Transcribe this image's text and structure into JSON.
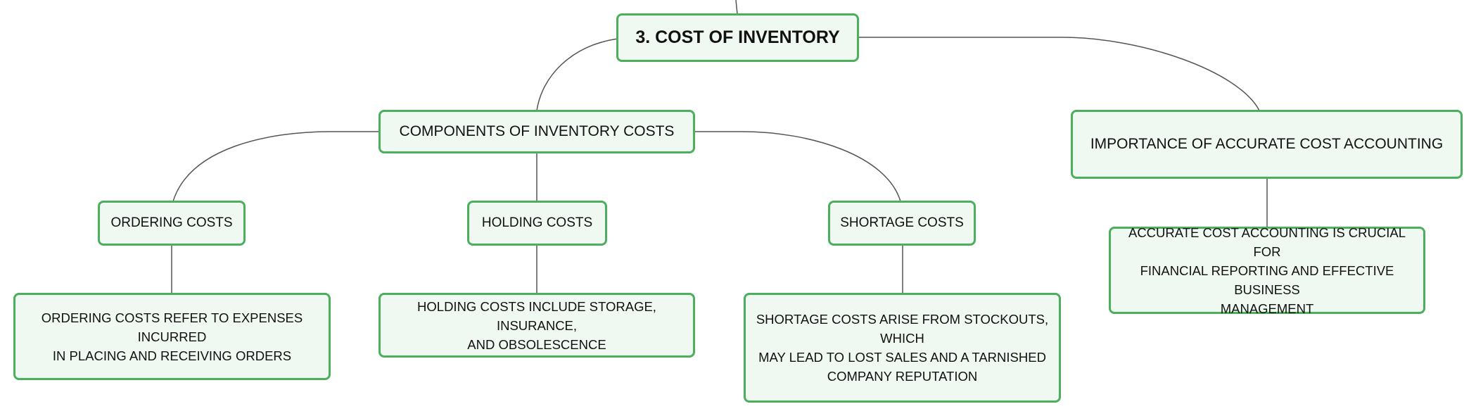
{
  "colors": {
    "node_fill": "#f0f8f2",
    "node_border": "#4caf5e",
    "connector": "#555555",
    "text": "#111111"
  },
  "diagram": {
    "root": {
      "label": "3. COST OF INVENTORY"
    },
    "components": {
      "label": "COMPONENTS OF INVENTORY COSTS",
      "ordering": {
        "label": "ORDERING COSTS",
        "detail": "ORDERING COSTS REFER TO EXPENSES INCURRED\nIN PLACING AND RECEIVING ORDERS"
      },
      "holding": {
        "label": "HOLDING COSTS",
        "detail": "HOLDING COSTS INCLUDE STORAGE, INSURANCE,\nAND OBSOLESCENCE"
      },
      "shortage": {
        "label": "SHORTAGE COSTS",
        "detail": "SHORTAGE COSTS ARISE FROM STOCKOUTS, WHICH\nMAY LEAD TO LOST SALES AND A TARNISHED\nCOMPANY REPUTATION"
      }
    },
    "importance": {
      "label": "IMPORTANCE OF ACCURATE COST ACCOUNTING",
      "detail": "ACCURATE COST ACCOUNTING IS CRUCIAL FOR\nFINANCIAL REPORTING AND EFFECTIVE BUSINESS\nMANAGEMENT"
    }
  }
}
